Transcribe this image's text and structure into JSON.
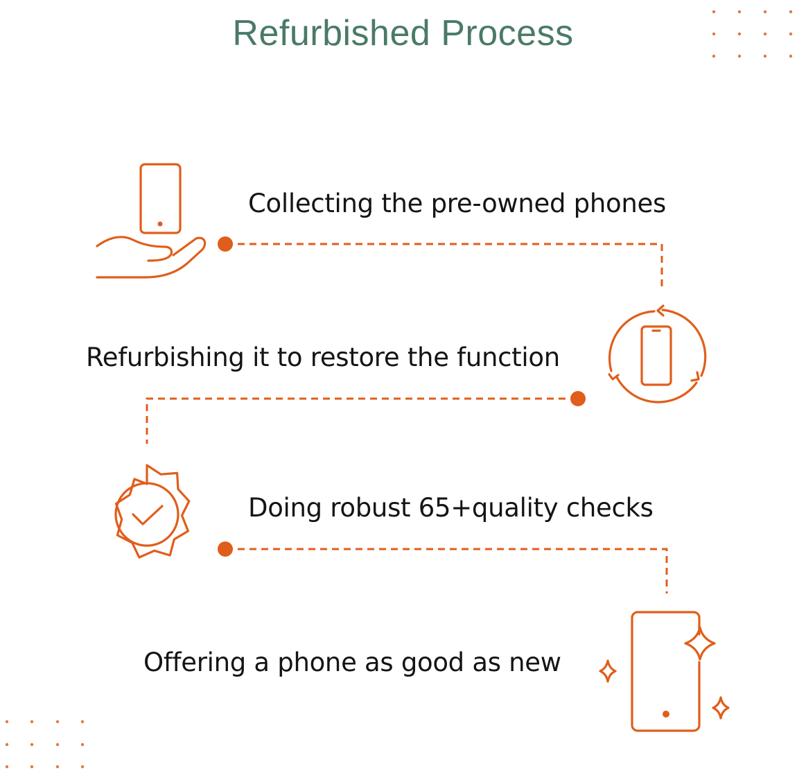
{
  "title": "Refurbished Process",
  "accent_color": "#e05e1b",
  "title_color": "#4a7a66",
  "steps": [
    {
      "label": "Collecting the pre-owned phones",
      "icon": "hand-holding-phone-icon"
    },
    {
      "label": "Refurbishing it to restore the function",
      "icon": "phone-refresh-icon"
    },
    {
      "label": "Doing robust 65+quality checks",
      "icon": "quality-badge-check-icon"
    },
    {
      "label": "Offering a phone as good as new",
      "icon": "sparkling-phone-icon"
    }
  ]
}
